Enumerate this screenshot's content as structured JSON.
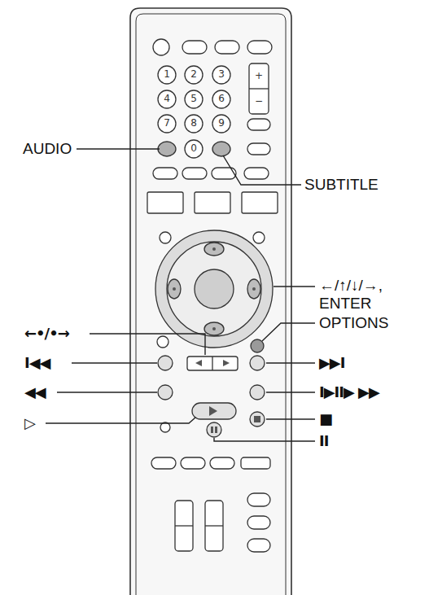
{
  "diagram": {
    "labels": [
      "1",
      "2",
      "3",
      "4",
      "5",
      "6",
      "7",
      "8",
      "9",
      "0",
      "AUDIO",
      "SUBTITLE",
      "←/↑/↓/→, ENTER",
      "OPTIONS",
      "←•/•→",
      "I◀◀",
      "▶▶I",
      "◀◀",
      "I▶II▶ ▶▶",
      "▷",
      "■",
      "II",
      "+",
      "−"
    ]
  }
}
